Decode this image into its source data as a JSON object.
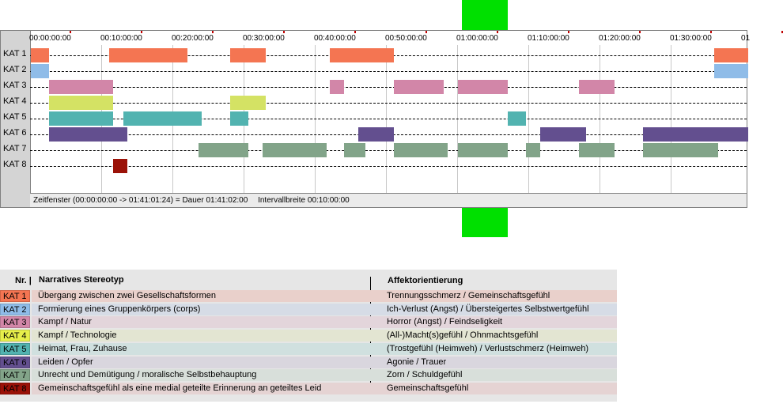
{
  "timeline": {
    "time_labels": [
      "00:00:00:00",
      "00:10:00:00",
      "00:20:00:00",
      "00:30:00:00",
      "00:40:00:00",
      "00:50:00:00",
      "01:00:00:00",
      "01:10:00:00",
      "01:20:00:00",
      "01:30:00:00",
      "01"
    ],
    "categories": [
      {
        "label": "KAT 1",
        "color": "#f47552",
        "segments": [
          [
            0,
            2.5
          ],
          [
            11,
            22
          ],
          [
            28,
            33
          ],
          [
            42,
            51
          ],
          [
            96,
            101
          ]
        ]
      },
      {
        "label": "KAT 2",
        "color": "#8fbce8",
        "segments": [
          [
            0,
            2.5
          ],
          [
            96,
            101
          ]
        ]
      },
      {
        "label": "KAT 3",
        "color": "#d286a8",
        "segments": [
          [
            2.5,
            11.5
          ],
          [
            42,
            44
          ],
          [
            51,
            58
          ],
          [
            60,
            67
          ],
          [
            77,
            82
          ]
        ]
      },
      {
        "label": "KAT 4",
        "color": "#d4e264",
        "segments": [
          [
            2.5,
            11.5
          ],
          [
            28,
            33
          ]
        ]
      },
      {
        "label": "KAT 5",
        "color": "#52b3b0",
        "segments": [
          [
            2.5,
            11.5
          ],
          [
            13,
            24
          ],
          [
            28,
            30.5
          ],
          [
            67,
            69.5
          ]
        ]
      },
      {
        "label": "KAT 6",
        "color": "#634f8f",
        "segments": [
          [
            2.5,
            13.5
          ],
          [
            46,
            51
          ],
          [
            71.5,
            78
          ],
          [
            86,
            101
          ]
        ]
      },
      {
        "label": "KAT 7",
        "color": "#82a489",
        "segments": [
          [
            23.5,
            30.5
          ],
          [
            32.5,
            41.5
          ],
          [
            44,
            47
          ],
          [
            51,
            58.5
          ],
          [
            60,
            67
          ],
          [
            69.5,
            71.5
          ],
          [
            77,
            82
          ],
          [
            86,
            96.5
          ]
        ]
      },
      {
        "label": "KAT 8",
        "color": "#9b1208",
        "segments": [
          [
            11.5,
            13.5
          ]
        ]
      }
    ],
    "status": {
      "window": "Zeitfenster (00:00:00:00 -> 01:41:01:24) = Dauer 01:41:02:00",
      "interval": "Intervallbreite 00:10:00:00"
    }
  },
  "legend": {
    "header_nr": "Nr. |",
    "header_stereotyp": "Narratives Stereotyp",
    "header_affekt": "Affektorientierung",
    "rows": [
      {
        "nr": "KAT 1",
        "color": "#f47552",
        "bg": "#e9d0cb",
        "stereotyp": "Übergang zwischen zwei Gesellschaftsformen",
        "affekt": "Trennungsschmerz / Gemeinschaftsgefühl"
      },
      {
        "nr": "KAT 2",
        "color": "#8fbce8",
        "bg": "#d6dce6",
        "stereotyp": "Formierung eines Gruppenkörpers (corps)",
        "affekt": "Ich-Verlust (Angst) / Übersteigertes Selbstwertgefühl"
      },
      {
        "nr": "KAT 3",
        "color": "#d286a8",
        "bg": "#e3d5db",
        "stereotyp": "Kampf / Natur",
        "affekt": "Horror (Angst) / Feindseligkeit"
      },
      {
        "nr": "KAT 4",
        "color": "#e6ee4a",
        "bg": "#e3e5d2",
        "stereotyp": "Kampf / Technologie",
        "affekt": "(All-)Macht(s)gefühl / Ohnmachtsgefühl"
      },
      {
        "nr": "KAT 5",
        "color": "#52b3b0",
        "bg": "#d0e0df",
        "stereotyp": "Heimat, Frau, Zuhause",
        "affekt": "(Trostgefühl (Heimweh) / Verlustschmerz (Heimweh)"
      },
      {
        "nr": "KAT 6",
        "color": "#634f8f",
        "bg": "#d9d6de",
        "stereotyp": "Leiden / Opfer",
        "affekt": "Agonie / Trauer"
      },
      {
        "nr": "KAT 7",
        "color": "#82a489",
        "bg": "#d8dfda",
        "stereotyp": "Unrecht und Demütigung / moralische Selbstbehauptung",
        "affekt": "Zorn / Schuldgefühl"
      },
      {
        "nr": "KAT 8",
        "color": "#9b1208",
        "bg": "#e5d3d3",
        "stereotyp": "Gemeinschaftsgefühl als eine medial geteilte Erinnerung an geteiltes Leid",
        "affekt": "Gemeinschaftsgefühl"
      }
    ]
  }
}
